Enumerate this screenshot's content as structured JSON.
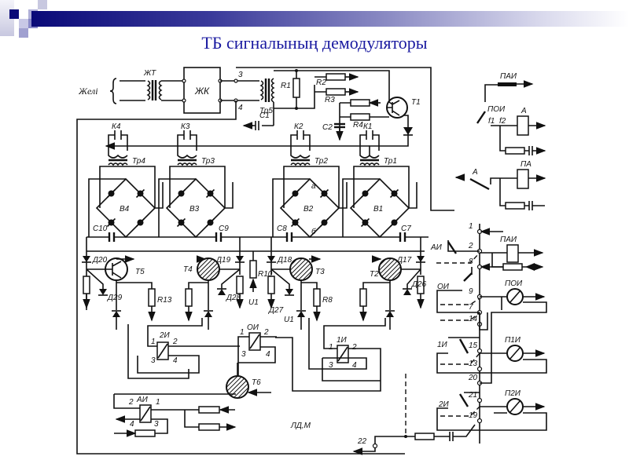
{
  "slide": {
    "title": "ТБ сигналының демодуляторы",
    "colors": {
      "banner_dark": "#0a0a78",
      "title": "#1a1aa0",
      "ink": "#111111"
    }
  },
  "schematic": {
    "line_input": {
      "label": "Желі",
      "transformer": "ЖТ",
      "block": "ЖК"
    },
    "terminals_top": [
      "3",
      "4"
    ],
    "input_stage": {
      "transformer": "Тр5",
      "capacitors": [
        "С1",
        "С2"
      ],
      "resistors": [
        "R1",
        "R2",
        "R3",
        "R4"
      ],
      "transistor": "Т1"
    },
    "filters": [
      "К4",
      "К3",
      "К2",
      "К1"
    ],
    "transformers": [
      "Тр4",
      "Тр3",
      "Тр2",
      "Тр1"
    ],
    "bridges": [
      "В4",
      "В3",
      "В2",
      "В1"
    ],
    "bridge_nodes": [
      "а",
      "б"
    ],
    "bridge_caps": [
      "С10",
      "С9",
      "С8",
      "С7"
    ],
    "diodes": [
      "Д20",
      "Д19",
      "Д18",
      "Д17",
      "Д29",
      "Д28",
      "Д27",
      "Д26"
    ],
    "transistors": [
      "Т5",
      "Т4",
      "Т3",
      "Т2",
      "Т6"
    ],
    "resistors_lower": [
      "R13",
      "R10",
      "R8"
    ],
    "supply": [
      "U1",
      "U1"
    ],
    "relays": {
      "r2": {
        "name": "2И",
        "pins": [
          "1",
          "2",
          "3",
          "4"
        ]
      },
      "r0": {
        "name": "ОИ",
        "pins": [
          "1",
          "2",
          "3",
          "4"
        ]
      },
      "r1": {
        "name": "1И",
        "pins": [
          "1",
          "2",
          "3",
          "4"
        ]
      },
      "ra": {
        "name": "АИ",
        "pins": [
          "2",
          "1",
          "4",
          "3"
        ]
      }
    },
    "line_label": "ЛД,М",
    "terminal_22": "22",
    "right_top": {
      "pai": "ПАИ",
      "poi": "ПОИ",
      "f1": "f1",
      "f2": "f2",
      "a_relay": "А",
      "a_contact": "А",
      "pa": "ПА"
    },
    "right_column": {
      "terminals": [
        "1",
        "2",
        "8",
        "9",
        "7",
        "14",
        "15",
        "13",
        "20",
        "21",
        "19"
      ],
      "contacts": [
        "АИ",
        "ОИ",
        "1И",
        "2И"
      ],
      "outputs": [
        "ПАИ",
        "ПОИ",
        "П1И",
        "П2И"
      ]
    }
  }
}
